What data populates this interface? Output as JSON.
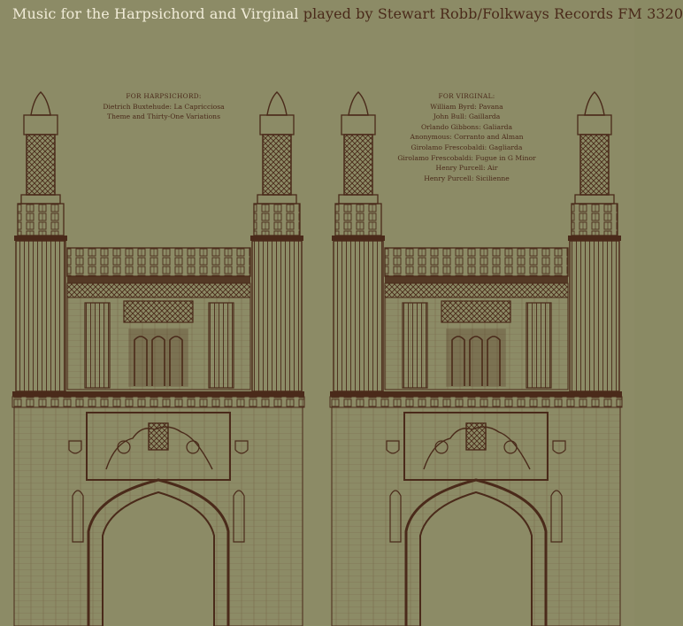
{
  "cover": {
    "title_light": "Music for the Harpsichord and Virginal",
    "title_dark": "played by Stewart Robb/Folkways Records FM 3320"
  },
  "harpsichord": {
    "heading": "FOR HARPSICHORD:",
    "tracks": [
      "Dietrich Buxtehude: La Capricciosa",
      "Theme and Thirty-One Variations"
    ]
  },
  "virginal": {
    "heading": "FOR VIRGINAL:",
    "tracks": [
      "William Byrd: Pavana",
      "John Bull: Gaillarda",
      "Orlando Gibbons: Galiarda",
      "Anonymous: Corranto and Alman",
      "Girolamo Frescobaldi: Gagliarda",
      "Girolamo Frescobaldi: Fugue in G Minor",
      "Henry Purcell: Air",
      "Henry Purcell: Sicilienne"
    ]
  },
  "colors": {
    "background": "#8c8b66",
    "ink": "#4a2a1a",
    "title_light": "#f1ecd8"
  },
  "art": {
    "subject": "gothic-gatehouse-engraving",
    "copies": 2
  }
}
